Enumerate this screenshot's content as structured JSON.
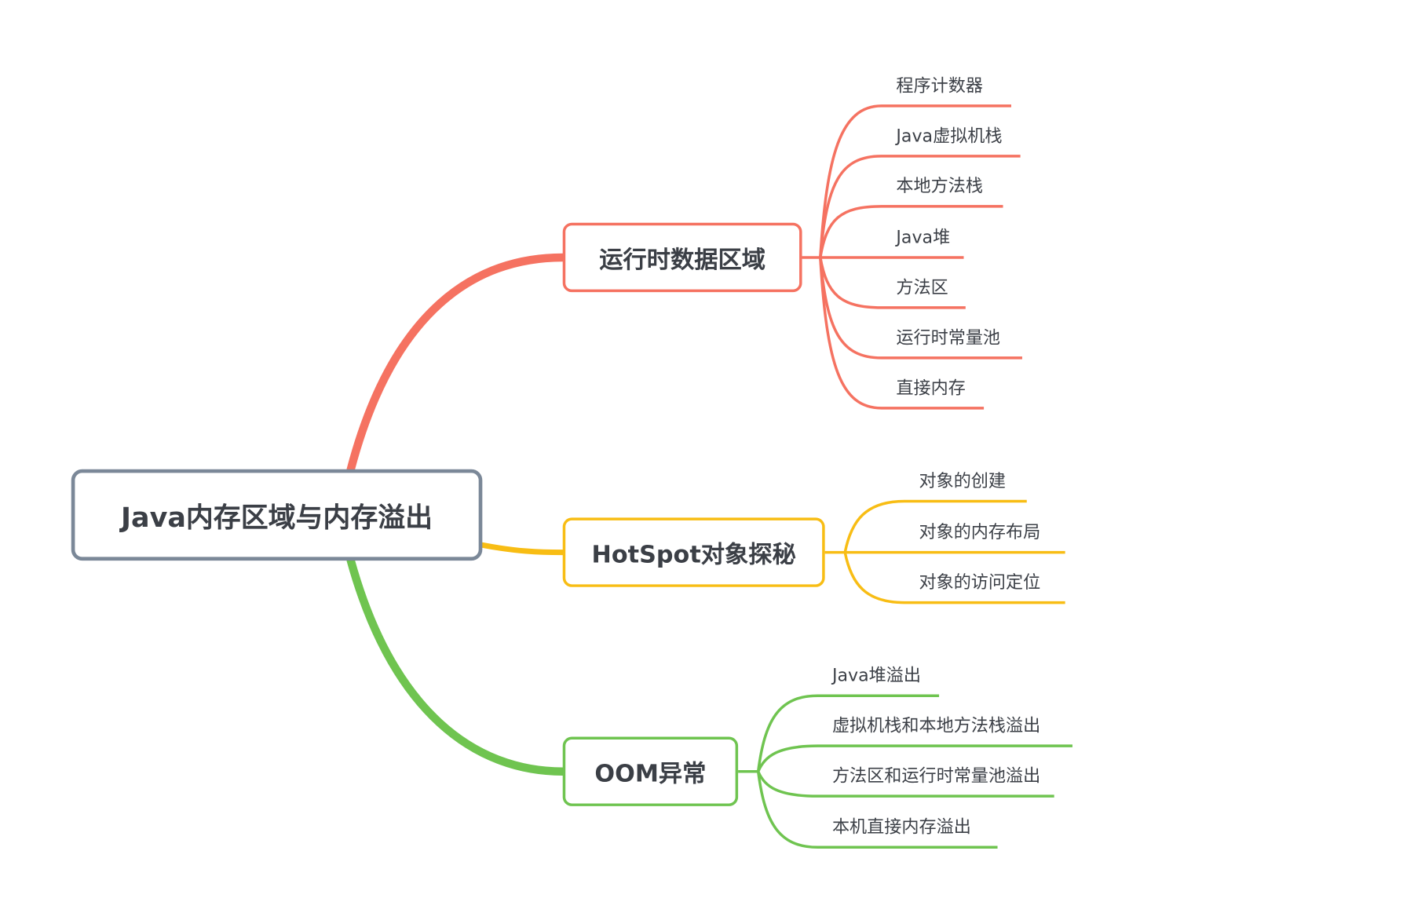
{
  "root": {
    "label": "Java内存区域与内存溢出"
  },
  "branches": [
    {
      "label": "运行时数据区域",
      "color": "#f57261",
      "children": [
        "程序计数器",
        "Java虚拟机栈",
        "本地方法栈",
        "Java堆",
        "方法区",
        "运行时常量池",
        "直接内存"
      ]
    },
    {
      "label": "HotSpot对象探秘",
      "color": "#f8bd14",
      "children": [
        "对象的创建",
        "对象的内存布局",
        "对象的访问定位"
      ]
    },
    {
      "label": "OOM异常",
      "color": "#6fc450",
      "children": [
        "Java堆溢出",
        "虚拟机栈和本地方法栈溢出",
        "方法区和运行时常量池溢出",
        "本机直接内存溢出"
      ]
    }
  ],
  "colors": {
    "root_border": "#7b8898",
    "text": "#3b3f46"
  }
}
